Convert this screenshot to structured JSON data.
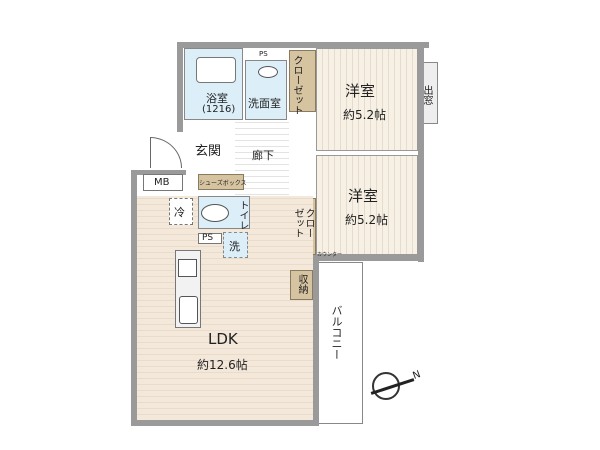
{
  "rooms": {
    "western_1": {
      "name": "洋室",
      "area": "約5.2帖"
    },
    "western_2": {
      "name": "洋室",
      "area": "約5.2帖"
    },
    "ldk": {
      "name": "LDK",
      "area": "約12.6帖"
    },
    "bath": {
      "name": "浴室",
      "size": "(1216)"
    },
    "washroom": {
      "name": "洗面室"
    },
    "entrance": {
      "name": "玄関"
    },
    "corridor": {
      "name": "廊下"
    },
    "toilet": {
      "name": "トイレ"
    },
    "balcony": {
      "name": "バルコニー"
    }
  },
  "labels": {
    "closet_1": "クローゼット",
    "closet_2": "クローゼット",
    "bay_window": "出窓",
    "mb": "MB",
    "ps_top": "PS",
    "ps": "PS",
    "shoe_box": "シューズボックス",
    "fridge": "冷",
    "washer": "洗",
    "storage": "収納",
    "counter": "カウンター",
    "north": "N"
  },
  "colors": {
    "floor": "#f4e8da",
    "wet_area": "#dceef8",
    "closet": "#d6c3a0",
    "wall": "#9a9a9a"
  }
}
